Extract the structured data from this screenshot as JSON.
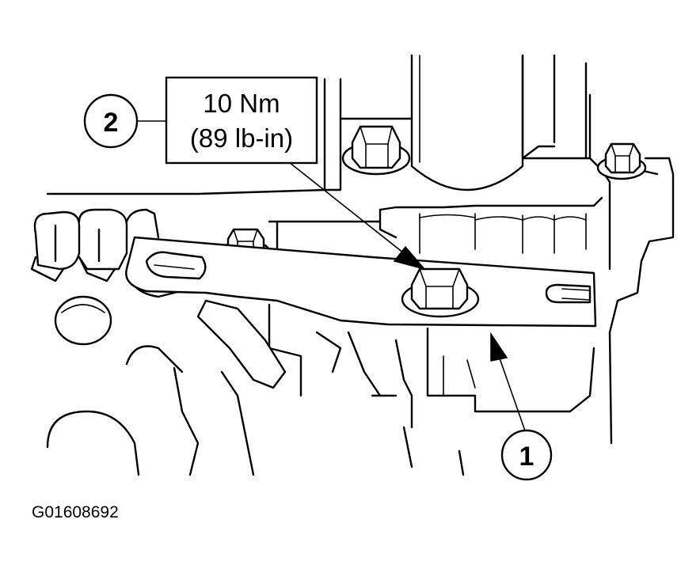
{
  "figure_id": "G01608692",
  "torque_box": {
    "line1": "10 Nm",
    "line2": "(89 lb-in)"
  },
  "callouts": [
    {
      "number": "2",
      "refers_to": "torque-specification"
    },
    {
      "number": "1",
      "refers_to": "bracket"
    }
  ],
  "colors": {
    "ink": "#000000",
    "paper": "#ffffff"
  }
}
